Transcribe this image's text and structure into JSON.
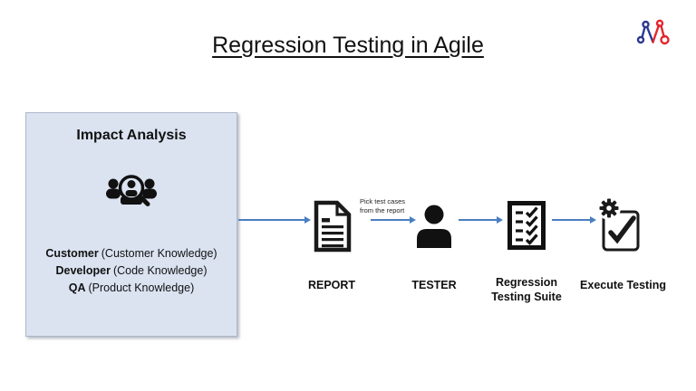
{
  "slide": {
    "title": "Regression Testing in Agile"
  },
  "logo": {
    "name": "molecule-m-logo",
    "blue": "#2b3990",
    "red": "#e5262c"
  },
  "impact_box": {
    "heading": "Impact Analysis",
    "icon": "people-magnifier-icon",
    "background": "#dbe3f1",
    "rows": [
      {
        "name": "Customer",
        "detail": "(Customer Knowledge)"
      },
      {
        "name": "Developer",
        "detail": "(Code Knowledge)"
      },
      {
        "name": "QA",
        "detail": "(Product Knowledge)"
      }
    ]
  },
  "flow": {
    "arrow_color": "#4a7ec1",
    "annotation": "Pick test cases from the report",
    "steps": [
      {
        "label": "REPORT",
        "icon": "report-document-icon"
      },
      {
        "label": "TESTER",
        "icon": "tester-person-icon"
      },
      {
        "label": "Regression Testing Suite",
        "icon": "regression-checklist-icon"
      },
      {
        "label": "Execute Testing",
        "icon": "execute-testing-gear-check-icon"
      }
    ]
  }
}
